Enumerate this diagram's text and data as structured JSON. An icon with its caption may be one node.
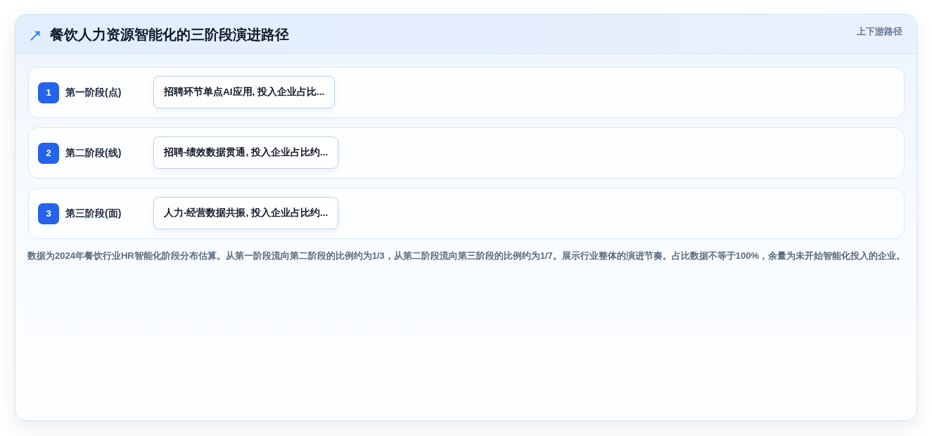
{
  "diagram": {
    "title": "餐饮人力资源智能化的三阶段演进路径",
    "nodes": [
      {
        "text": [
          "第一阶段(点)"
        ]
      },
      {
        "text": [
          "1"
        ],
        "in": 0
      },
      {
        "text": [
          "招聘环节单点AI应用, 投入企业占比..."
        ],
        "in": 0
      },
      {
        "text": [
          "第二阶段(线)"
        ]
      },
      {
        "text": [
          "2"
        ],
        "in": 3
      },
      {
        "text": [
          "招聘-绩效数据贯通, 投入企业占比约..."
        ],
        "in": 3
      },
      {
        "text": [
          "第三阶段(面)"
        ]
      },
      {
        "text": [
          "3"
        ],
        "in": 6
      },
      {
        "text": [
          "人力-经营数据共振, 投入企业占比约..."
        ],
        "in": 6
      }
    ],
    "labels": [
      "上下游路径"
    ],
    "caption": "数据为2024年餐饮行业HR智能化阶段分布估算。从第一阶段流向第二阶段的比例约为1/3，从第二阶段流向第三阶段的比例约为1/7。展示行业整体的演进节奏。占比数据不等于100%，余量为未开始智能化投入的企业。"
  }
}
